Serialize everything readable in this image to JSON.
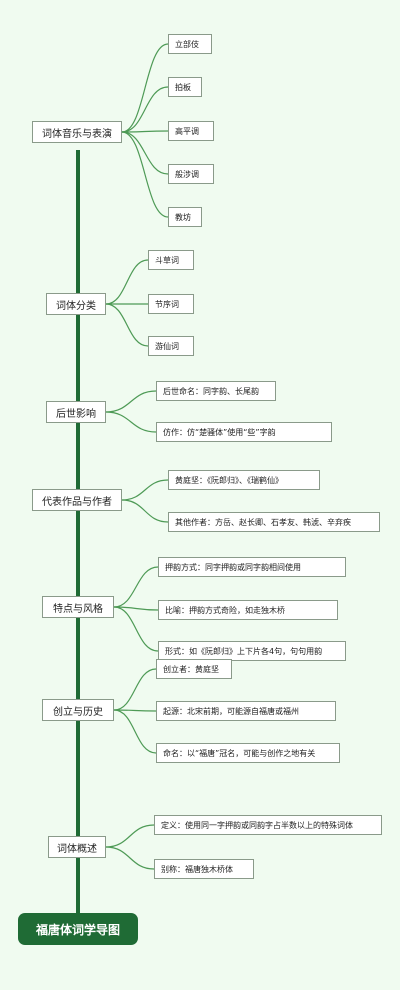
{
  "root": "福唐体词学导图",
  "branches": [
    {
      "label": "词体音乐与表演",
      "children": [
        "立部伎",
        "拍板",
        "高平调",
        "般涉调",
        "教坊"
      ]
    },
    {
      "label": "词体分类",
      "children": [
        "斗草词",
        "节序词",
        "游仙词"
      ]
    },
    {
      "label": "后世影响",
      "children": [
        "后世命名：同字韵、长尾韵",
        "仿作：仿“楚骚体”使用“些”字韵"
      ]
    },
    {
      "label": "代表作品与作者",
      "children": [
        "黄庭坚：《阮郎归》、《瑞鹤仙》",
        "其他作者：方岳、赵长卿、石孝友、韩淲、辛弃疾"
      ]
    },
    {
      "label": "特点与风格",
      "children": [
        "押韵方式：同字押韵或同字韵相间使用",
        "比喻：押韵方式奇险，如走独木桥",
        "形式：如《阮郎归》上下片各4句，句句用韵"
      ]
    },
    {
      "label": "创立与历史",
      "children": [
        "创立者：黄庭坚",
        "起源：北宋前期，可能源自福唐或福州",
        "命名：以“福唐”冠名，可能与创作之地有关"
      ]
    },
    {
      "label": "词体概述",
      "children": [
        "定义：使用同一字押韵或同韵字占半数以上的特殊词体",
        "别称：福唐独木桥体"
      ]
    }
  ],
  "colors": {
    "trunk": "#1f6b35",
    "link": "#4e9a56",
    "root_bg": "#1f6b35",
    "background": "#f0fbf0"
  }
}
